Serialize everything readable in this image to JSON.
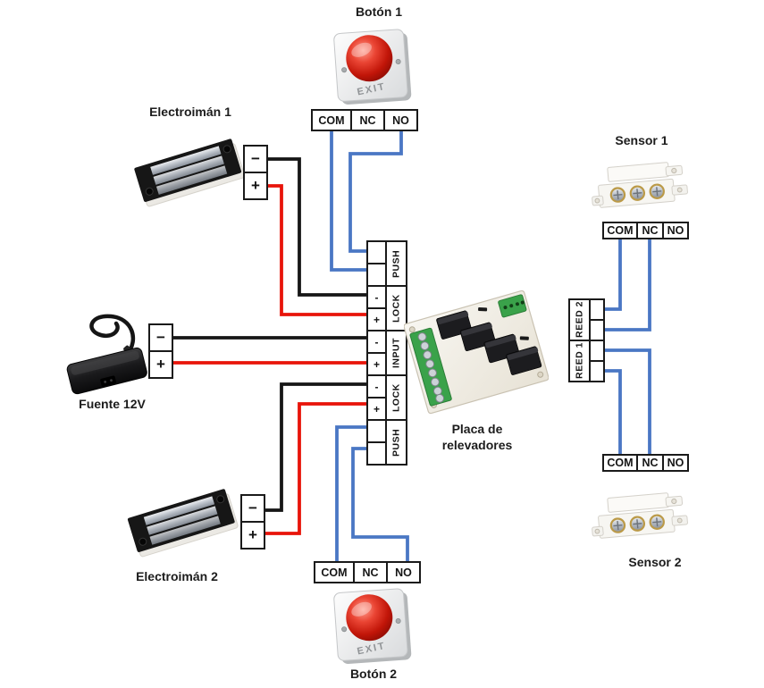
{
  "components": {
    "boton1": {
      "name": "Botón 1",
      "button_text": "EXIT",
      "terminals": [
        "COM",
        "NC",
        "NO"
      ]
    },
    "electroiman1": {
      "name": "Electroimán 1",
      "terminals": [
        "−",
        "+"
      ]
    },
    "fuente": {
      "name": "Fuente 12V",
      "terminals": [
        "−",
        "+"
      ]
    },
    "electroiman2": {
      "name": "Electroimán 2",
      "terminals": [
        "−",
        "+"
      ]
    },
    "boton2": {
      "name": "Botón 2",
      "button_text": "EXIT",
      "terminals": [
        "COM",
        "NC",
        "NO"
      ]
    },
    "placa_relevadores": {
      "name_line1": "Placa de",
      "name_line2": "relevadores"
    },
    "sensor1": {
      "name": "Sensor 1",
      "terminals": [
        "COM",
        "NC",
        "NO"
      ]
    },
    "sensor2": {
      "name": "Sensor 2",
      "terminals": [
        "COM",
        "NC",
        "NO"
      ]
    },
    "central_strip": {
      "sections": [
        {
          "label": "PUSH",
          "cells": [
            "",
            ""
          ]
        },
        {
          "label": "LOCK",
          "cells": [
            "-",
            "+"
          ]
        },
        {
          "label": "INPUT",
          "cells": [
            "-",
            "+"
          ]
        },
        {
          "label": "LOCK",
          "cells": [
            "-",
            "+"
          ]
        },
        {
          "label": "PUSH",
          "cells": [
            "",
            ""
          ]
        }
      ]
    },
    "reed_strip": {
      "labels": [
        "REED 2",
        "REED 1"
      ]
    }
  },
  "wire_colors": {
    "signal_blue": "#4a77c4",
    "positive_red": "#e8140a",
    "negative_black": "#161616"
  },
  "connections": [
    {
      "from": "Botón 1 NO",
      "to": "PUSH superior",
      "color": "blue"
    },
    {
      "from": "Botón 1 COM",
      "to": "PUSH superior",
      "color": "blue"
    },
    {
      "from": "Electroimán 1 −",
      "to": "LOCK superior −",
      "color": "black"
    },
    {
      "from": "Electroimán 1 +",
      "to": "LOCK superior +",
      "color": "red"
    },
    {
      "from": "Fuente 12V −",
      "to": "INPUT −",
      "color": "black"
    },
    {
      "from": "Fuente 12V +",
      "to": "INPUT +",
      "color": "red"
    },
    {
      "from": "Electroimán 2 −",
      "to": "LOCK inferior −",
      "color": "black"
    },
    {
      "from": "Electroimán 2 +",
      "to": "LOCK inferior +",
      "color": "red"
    },
    {
      "from": "Botón 2 COM",
      "to": "PUSH inferior",
      "color": "blue"
    },
    {
      "from": "Botón 2 NO",
      "to": "PUSH inferior",
      "color": "blue"
    },
    {
      "from": "Sensor 1 COM",
      "to": "REED 2",
      "color": "blue"
    },
    {
      "from": "Sensor 1 NC",
      "to": "REED 2",
      "color": "blue"
    },
    {
      "from": "Sensor 2 NC",
      "to": "REED 1",
      "color": "blue"
    },
    {
      "from": "Sensor 2 COM",
      "to": "REED 1",
      "color": "blue"
    }
  ]
}
